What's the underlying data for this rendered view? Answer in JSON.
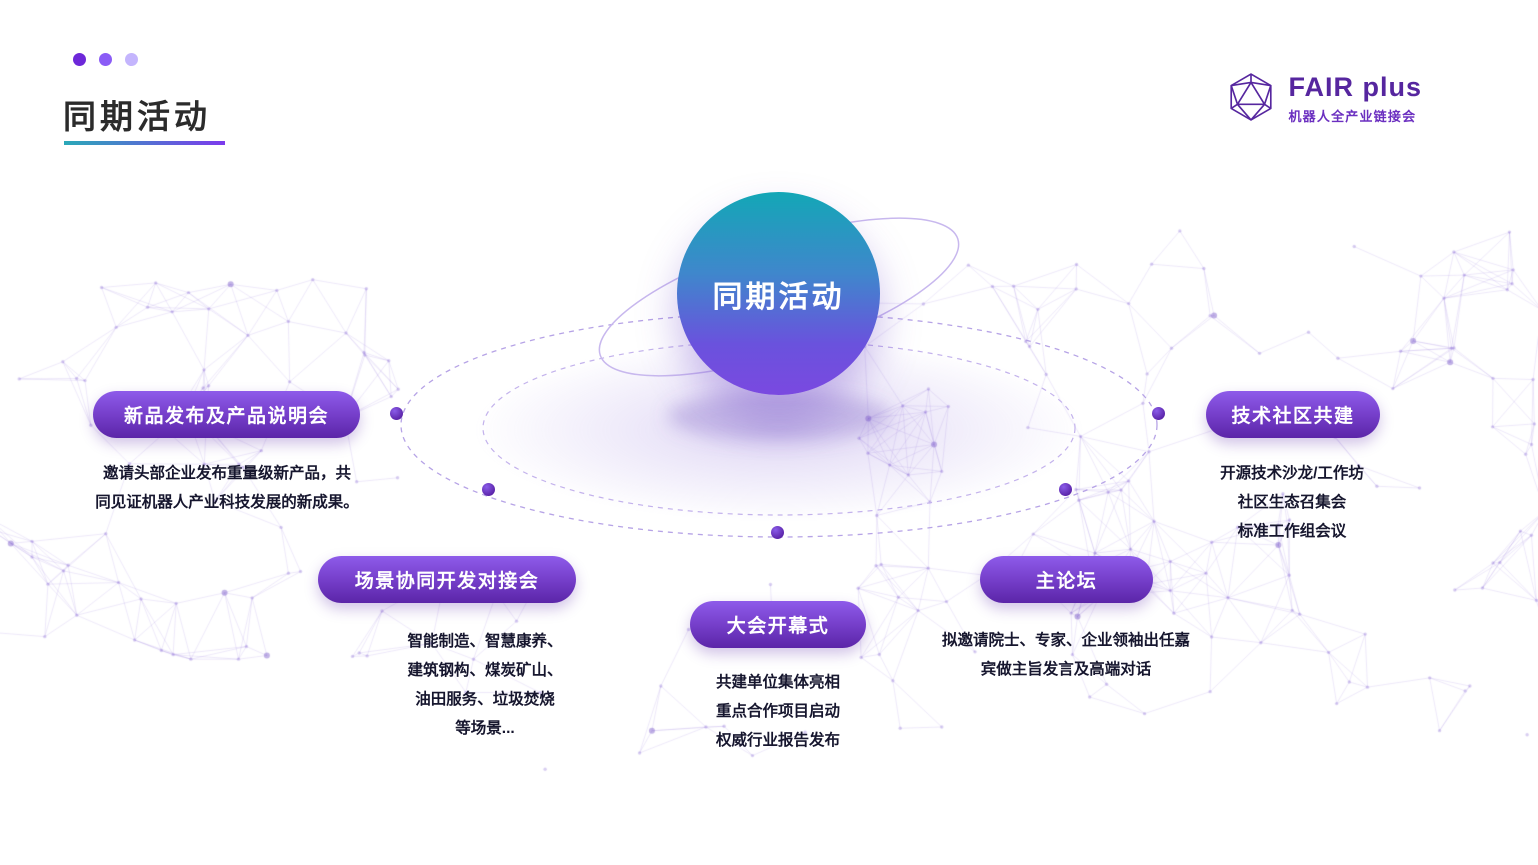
{
  "slide": {
    "title": "同期活动",
    "accent_dot_colors": [
      "#6d28d9",
      "#8b5cf6",
      "#c4b5fd"
    ],
    "underline_gradient": [
      "#2aa9b8",
      "#7c3aed"
    ]
  },
  "logo": {
    "title": "FAIR plus",
    "subtitle": "机器人全产业链接会",
    "color": "#56269f"
  },
  "diagram": {
    "center_label": "同期活动",
    "sphere_gradient": [
      "#13a7b6",
      "#7a49e0"
    ],
    "pill_gradient": [
      "#8e5bea",
      "#5b25a8"
    ],
    "orbit_color": "#c3b2ec"
  },
  "activities": [
    {
      "label": "新品发布及产品说明会",
      "lines": [
        "邀请头部企业发布重量级新产品，共",
        "同见证机器人产业科技发展的新成果。"
      ]
    },
    {
      "label": "场景协同开发对接会",
      "lines": [
        "智能制造、智慧康养、",
        "建筑钢构、煤炭矿山、",
        "油田服务、垃圾焚烧",
        "等场景..."
      ]
    },
    {
      "label": "大会开幕式",
      "lines": [
        "共建单位集体亮相",
        "重点合作项目启动",
        "权威行业报告发布"
      ]
    },
    {
      "label": "主论坛",
      "lines": [
        "拟邀请院士、专家、企业领袖出任嘉",
        "宾做主旨发言及高端对话"
      ]
    },
    {
      "label": "技术社区共建",
      "lines": [
        "开源技术沙龙/工作坊",
        "社区生态召集会",
        "标准工作组会议"
      ]
    }
  ]
}
